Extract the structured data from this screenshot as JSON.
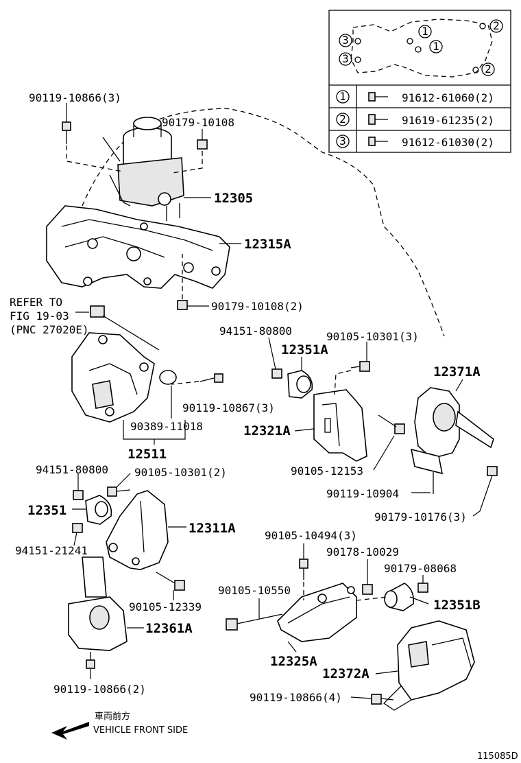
{
  "legend": {
    "rows": [
      {
        "num": "1",
        "part": "91612-61060(2)"
      },
      {
        "num": "2",
        "part": "91619-61235(2)"
      },
      {
        "num": "3",
        "part": "91612-61030(2)"
      }
    ],
    "callouts": [
      "3",
      "3",
      "1",
      "1",
      "2",
      "2"
    ]
  },
  "labels": {
    "p90119_10866_3": "90119-10866(3)",
    "p90179_10108": "90179-10108",
    "p12305": "12305",
    "p12315A": "12315A",
    "p90179_10108_2": "90179-10108(2)",
    "refer_line1": "REFER TO",
    "refer_line2": "FIG 19-03",
    "refer_line3": "(PNC 27020E)",
    "p94151_80800_a": "94151-80800",
    "p90105_10301_3": "90105-10301(3)",
    "p12351A": "12351A",
    "p12371A": "12371A",
    "p90119_10867_3": "90119-10867(3)",
    "p90389_11018": "90389-11018",
    "p12321A": "12321A",
    "p12511": "12511",
    "p90105_12153": "90105-12153",
    "p94151_80800_b": "94151-80800",
    "p90105_10301_2": "90105-10301(2)",
    "p90119_10904": "90119-10904",
    "p12351": "12351",
    "p12311A": "12311A",
    "p90179_10176_3": "90179-10176(3)",
    "p94151_21241": "94151-21241",
    "p90105_10494_3": "90105-10494(3)",
    "p90178_10029": "90178-10029",
    "p90179_08068": "90179-08068",
    "p90105_10550": "90105-10550",
    "p90105_12339": "90105-12339",
    "p12351B": "12351B",
    "p12361A": "12361A",
    "p12325A": "12325A",
    "p12372A": "12372A",
    "p90119_10866_2": "90119-10866(2)",
    "p90119_10866_4": "90119-10866(4)",
    "front_jp": "車両前方",
    "front_en": "VEHICLE FRONT SIDE",
    "diagram_id": "115085D"
  }
}
